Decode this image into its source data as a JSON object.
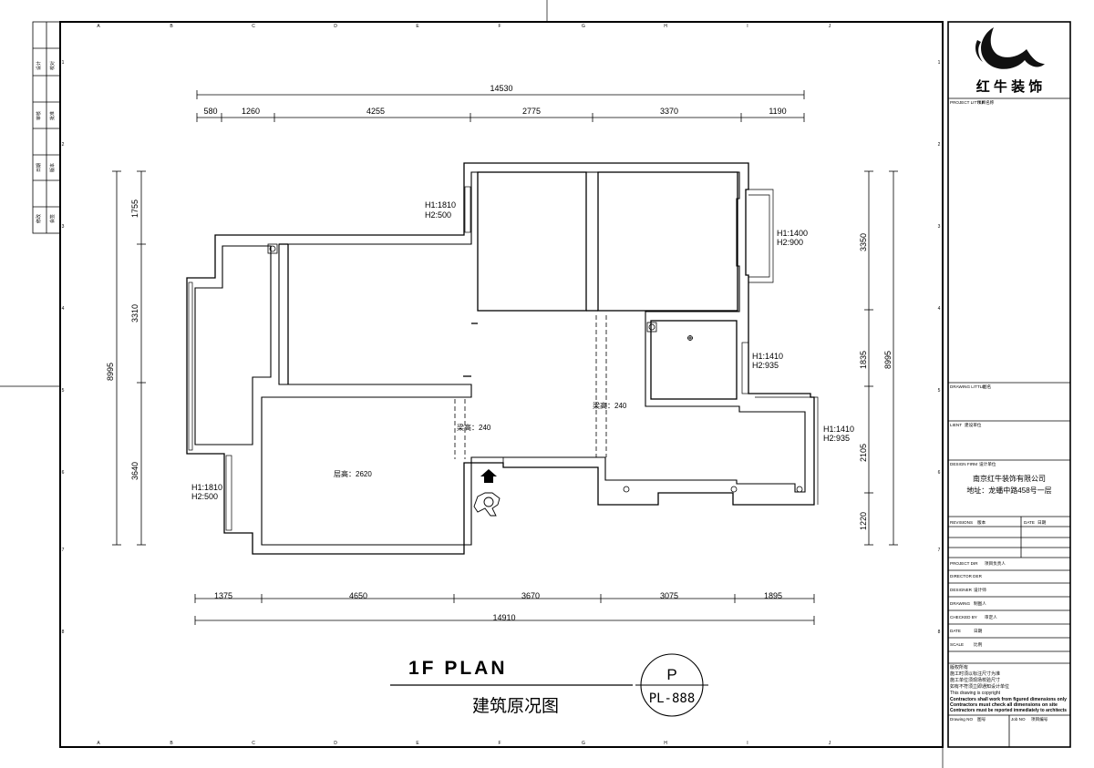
{
  "plan": {
    "title": "1F PLAN",
    "subtitle": "建筑原况图",
    "badge_letter": "P",
    "badge_code": "PL-888"
  },
  "dims_top": {
    "overall": "14530",
    "segments": [
      "580",
      "1260",
      "4255",
      "2775",
      "3370",
      "1190"
    ]
  },
  "dims_bottom": {
    "overall": "14910",
    "segments": [
      "1375",
      "4650",
      "3670",
      "3075",
      "1895"
    ]
  },
  "dims_left": {
    "overall": "8995",
    "segments": [
      "1755",
      "3310",
      "3640"
    ]
  },
  "dims_right": {
    "overall": "8995",
    "segments": [
      "3350",
      "1835",
      "2105",
      "1220"
    ]
  },
  "annotations": {
    "win_upper_left_h1": "H1:1810",
    "win_upper_left_h2": "H2:500",
    "win_right_h1": "H1:1400",
    "win_right_h2": "H2:900",
    "win_kitchen_h1": "H1:1410",
    "win_kitchen_h2": "H2:935",
    "win_balcony_h1": "H1:1410",
    "win_balcony_h2": "H2:935",
    "win_lower_left_h1": "H1:1810",
    "win_lower_left_h2": "H2:500",
    "beam_left": "梁高：240",
    "beam_right": "梁高：240",
    "floor_height": "层高：2620"
  },
  "grid_top": [
    "A",
    "B",
    "C",
    "D",
    "E",
    "F",
    "G",
    "H",
    "I",
    "J"
  ],
  "grid_left": [
    "1",
    "2",
    "3",
    "4",
    "5",
    "6",
    "7",
    "8"
  ],
  "left_strip": [
    "设计",
    "校对",
    "审核",
    "批准",
    "日期",
    "版本",
    "修改",
    "会签"
  ],
  "title_block": {
    "logo_text": "红 牛 装 饰",
    "project_title_label": "PROJECT LITTLE",
    "project_title_cn": "项目名称",
    "drawing_title_label": "DRAWING LITTLE",
    "drawing_title_cn": "图名",
    "client_label": "LIENT",
    "client_cn": "建设单位",
    "firm_label": "DESIGN FIRM",
    "firm_cn": "设计单位",
    "firm_name": "南京红牛装饰有限公司",
    "firm_address": "地址：龙蟠中路458号一层",
    "revisions_label": "REVISIONS",
    "revisions_cn": "版本",
    "date_label": "DATE",
    "date_cn": "日期",
    "rows": [
      {
        "en": "PROJECT DIR",
        "cn": "项目负责人"
      },
      {
        "en": "DIRECTOR DER",
        "cn": ""
      },
      {
        "en": "DESIGNER",
        "cn": "设计师"
      },
      {
        "en": "DRAWING",
        "cn": "制图人"
      },
      {
        "en": "CHECKED BY",
        "cn": "审定人"
      },
      {
        "en": "DATE",
        "cn": "日期"
      },
      {
        "en": "SCALE",
        "cn": "比例"
      }
    ],
    "notes": [
      "版权所有",
      "施工时须以标注尺寸为准",
      "施工单位须现场校验尺寸",
      "如有不符须立即通知设计单位",
      "This drawing is copyright",
      "Contractors shall work from figured dimensions only",
      "Contractors must check all dimensions on site",
      "Contractors must be reported immediately to architects"
    ],
    "drawing_no_label": "Drawing NO",
    "drawing_no_cn": "图号",
    "job_no_label": "Job NO",
    "job_no_cn": "项目编号"
  }
}
